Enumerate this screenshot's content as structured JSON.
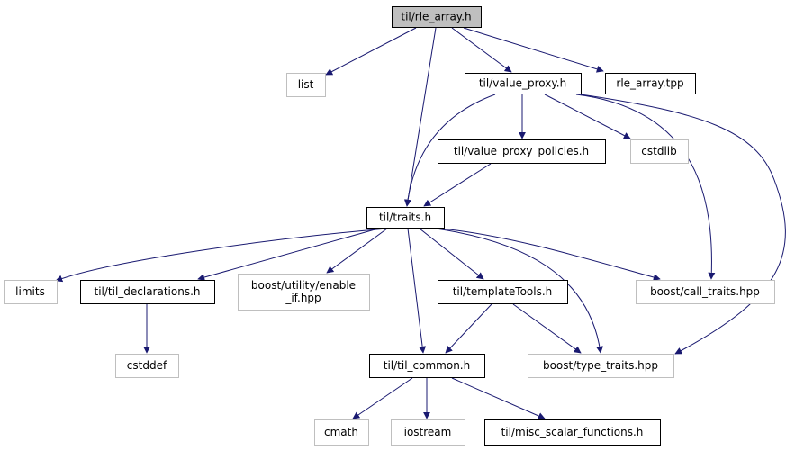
{
  "colors": {
    "edge": "#191970",
    "internal_border": "#000000",
    "external_border": "#bfbfbf",
    "root_fill": "#bfbfbf",
    "node_fill": "#ffffff"
  },
  "nodes": {
    "rle_array_h": {
      "lines": [
        "til/rle_array.h"
      ],
      "kind": "root"
    },
    "list": {
      "lines": [
        "list"
      ],
      "kind": "external"
    },
    "value_proxy_h": {
      "lines": [
        "til/value_proxy.h"
      ],
      "kind": "internal"
    },
    "rle_array_tpp": {
      "lines": [
        "rle_array.tpp"
      ],
      "kind": "internal"
    },
    "value_proxy_policies_h": {
      "lines": [
        "til/value_proxy_policies.h"
      ],
      "kind": "internal"
    },
    "cstdlib": {
      "lines": [
        "cstdlib"
      ],
      "kind": "external"
    },
    "traits_h": {
      "lines": [
        "til/traits.h"
      ],
      "kind": "internal"
    },
    "limits": {
      "lines": [
        "limits"
      ],
      "kind": "external"
    },
    "til_declarations_h": {
      "lines": [
        "til/til_declarations.h"
      ],
      "kind": "internal"
    },
    "enable_if_hpp": {
      "lines": [
        "boost/utility/enable",
        "_if.hpp"
      ],
      "kind": "external"
    },
    "templateTools_h": {
      "lines": [
        "til/templateTools.h"
      ],
      "kind": "internal"
    },
    "call_traits_hpp": {
      "lines": [
        "boost/call_traits.hpp"
      ],
      "kind": "external"
    },
    "cstddef": {
      "lines": [
        "cstddef"
      ],
      "kind": "external"
    },
    "til_common_h": {
      "lines": [
        "til/til_common.h"
      ],
      "kind": "internal"
    },
    "type_traits_hpp": {
      "lines": [
        "boost/type_traits.hpp"
      ],
      "kind": "external"
    },
    "cmath": {
      "lines": [
        "cmath"
      ],
      "kind": "external"
    },
    "iostream": {
      "lines": [
        "iostream"
      ],
      "kind": "external"
    },
    "misc_scalar_functions_h": {
      "lines": [
        "til/misc_scalar_functions.h"
      ],
      "kind": "internal"
    }
  },
  "edges": [
    [
      "rle_array_h",
      "list"
    ],
    [
      "rle_array_h",
      "value_proxy_h"
    ],
    [
      "rle_array_h",
      "rle_array_tpp"
    ],
    [
      "rle_array_h",
      "traits_h"
    ],
    [
      "value_proxy_h",
      "value_proxy_policies_h"
    ],
    [
      "value_proxy_h",
      "cstdlib"
    ],
    [
      "value_proxy_h",
      "traits_h"
    ],
    [
      "value_proxy_h",
      "call_traits_hpp"
    ],
    [
      "value_proxy_h",
      "type_traits_hpp"
    ],
    [
      "value_proxy_policies_h",
      "traits_h"
    ],
    [
      "traits_h",
      "limits"
    ],
    [
      "traits_h",
      "til_declarations_h"
    ],
    [
      "traits_h",
      "enable_if_hpp"
    ],
    [
      "traits_h",
      "templateTools_h"
    ],
    [
      "traits_h",
      "call_traits_hpp"
    ],
    [
      "traits_h",
      "til_common_h"
    ],
    [
      "traits_h",
      "type_traits_hpp"
    ],
    [
      "til_declarations_h",
      "cstddef"
    ],
    [
      "templateTools_h",
      "til_common_h"
    ],
    [
      "templateTools_h",
      "type_traits_hpp"
    ],
    [
      "til_common_h",
      "cmath"
    ],
    [
      "til_common_h",
      "iostream"
    ],
    [
      "til_common_h",
      "misc_scalar_functions_h"
    ]
  ]
}
